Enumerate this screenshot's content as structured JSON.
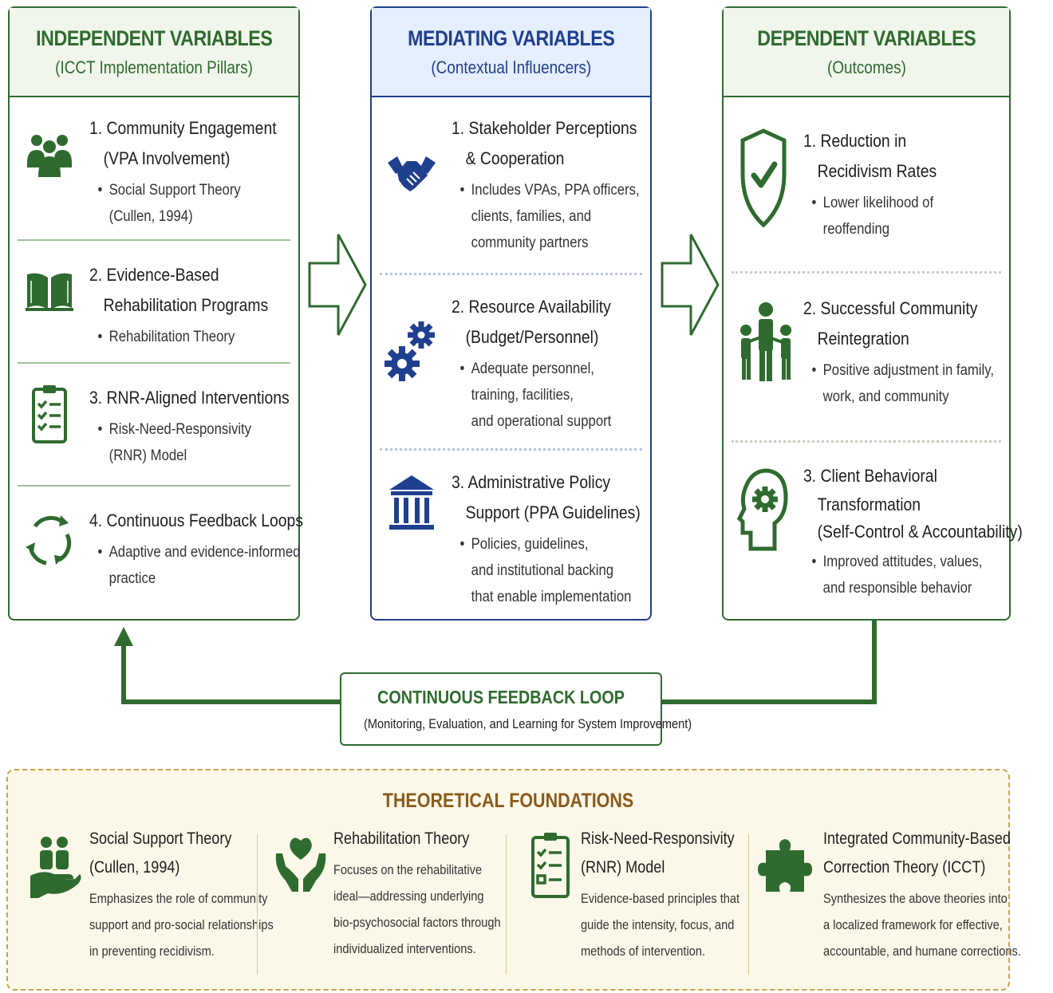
{
  "independent": {
    "title": "INDEPENDENT VARIABLES",
    "subtitle": "(ICCT Implementation Pillars)",
    "items": [
      {
        "icon": "community-group-icon",
        "title": [
          "1. Community Engagement",
          "(VPA Involvement)"
        ],
        "bullet": [
          "Social Support Theory",
          "(Cullen, 1994)"
        ]
      },
      {
        "icon": "open-book-icon",
        "title": [
          "2. Evidence-Based",
          "Rehabilitation Programs"
        ],
        "bullet": [
          "Rehabilitation Theory"
        ]
      },
      {
        "icon": "checklist-clipboard-icon",
        "title": [
          "3. RNR-Aligned Interventions"
        ],
        "bullet": [
          "Risk-Need-Responsivity",
          "(RNR) Model"
        ]
      },
      {
        "icon": "cycle-arrows-icon",
        "title": [
          "4. Continuous Feedback Loops"
        ],
        "bullet": [
          "Adaptive and evidence-informed",
          "practice"
        ]
      }
    ]
  },
  "mediating": {
    "title": "MEDIATING VARIABLES",
    "subtitle": "(Contextual Influencers)",
    "items": [
      {
        "icon": "handshake-icon",
        "title": [
          "1. Stakeholder Perceptions",
          "& Cooperation"
        ],
        "bullet": [
          "Includes VPAs, PPA officers,",
          "clients, families, and",
          "community partners"
        ]
      },
      {
        "icon": "gears-icon",
        "title": [
          "2. Resource Availability",
          "(Budget/Personnel)"
        ],
        "bullet": [
          "Adequate personnel,",
          "training, facilities,",
          "and operational support"
        ]
      },
      {
        "icon": "institution-building-icon",
        "title": [
          "3. Administrative Policy",
          "Support (PPA Guidelines)"
        ],
        "bullet": [
          "Policies, guidelines,",
          "and institutional backing",
          "that enable implementation"
        ]
      }
    ]
  },
  "dependent": {
    "title": "DEPENDENT VARIABLES",
    "subtitle": "(Outcomes)",
    "items": [
      {
        "icon": "shield-check-icon",
        "title": [
          "1. Reduction in",
          "Recidivism Rates"
        ],
        "bullet": [
          "Lower likelihood of",
          "reoffending"
        ]
      },
      {
        "icon": "family-icon",
        "title": [
          "2. Successful Community",
          "Reintegration"
        ],
        "bullet": [
          "Positive adjustment in family,",
          "work, and community"
        ]
      },
      {
        "icon": "head-gear-icon",
        "title": [
          "3. Client Behavioral",
          "Transformation",
          "(Self-Control & Accountability)"
        ],
        "bullet": [
          "Improved attitudes, values,",
          "and responsible behavior"
        ]
      }
    ]
  },
  "feedback": {
    "title": "CONTINUOUS FEEDBACK LOOP",
    "subtitle": "(Monitoring, Evaluation, and Learning for System Improvement)"
  },
  "foundations": {
    "title": "THEORETICAL FOUNDATIONS",
    "items": [
      {
        "icon": "support-hand-icon",
        "title": [
          "Social Support Theory",
          "(Cullen, 1994)"
        ],
        "body": [
          "Emphasizes the role of community",
          "support and pro-social relationships",
          "in preventing recidivism."
        ]
      },
      {
        "icon": "heart-hands-icon",
        "title": [
          "Rehabilitation Theory"
        ],
        "body": [
          "Focuses on the rehabilitative",
          "ideal—addressing underlying",
          "bio-psychosocial factors through",
          "individualized interventions."
        ]
      },
      {
        "icon": "checklist-icon",
        "title": [
          "Risk-Need-Responsivity",
          "(RNR) Model"
        ],
        "body": [
          "Evidence-based principles that",
          "guide the intensity, focus, and",
          "methods of intervention."
        ]
      },
      {
        "icon": "puzzle-icon",
        "title": [
          "Integrated Community-Based",
          "Correction Theory (ICCT)"
        ],
        "body": [
          "Synthesizes the above theories into",
          "a localized framework for effective,",
          "accountable, and humane corrections."
        ]
      }
    ]
  },
  "colors": {
    "green": "#2f6b2f",
    "blue": "#1f3f8f",
    "gold": "#8a5a1a"
  }
}
